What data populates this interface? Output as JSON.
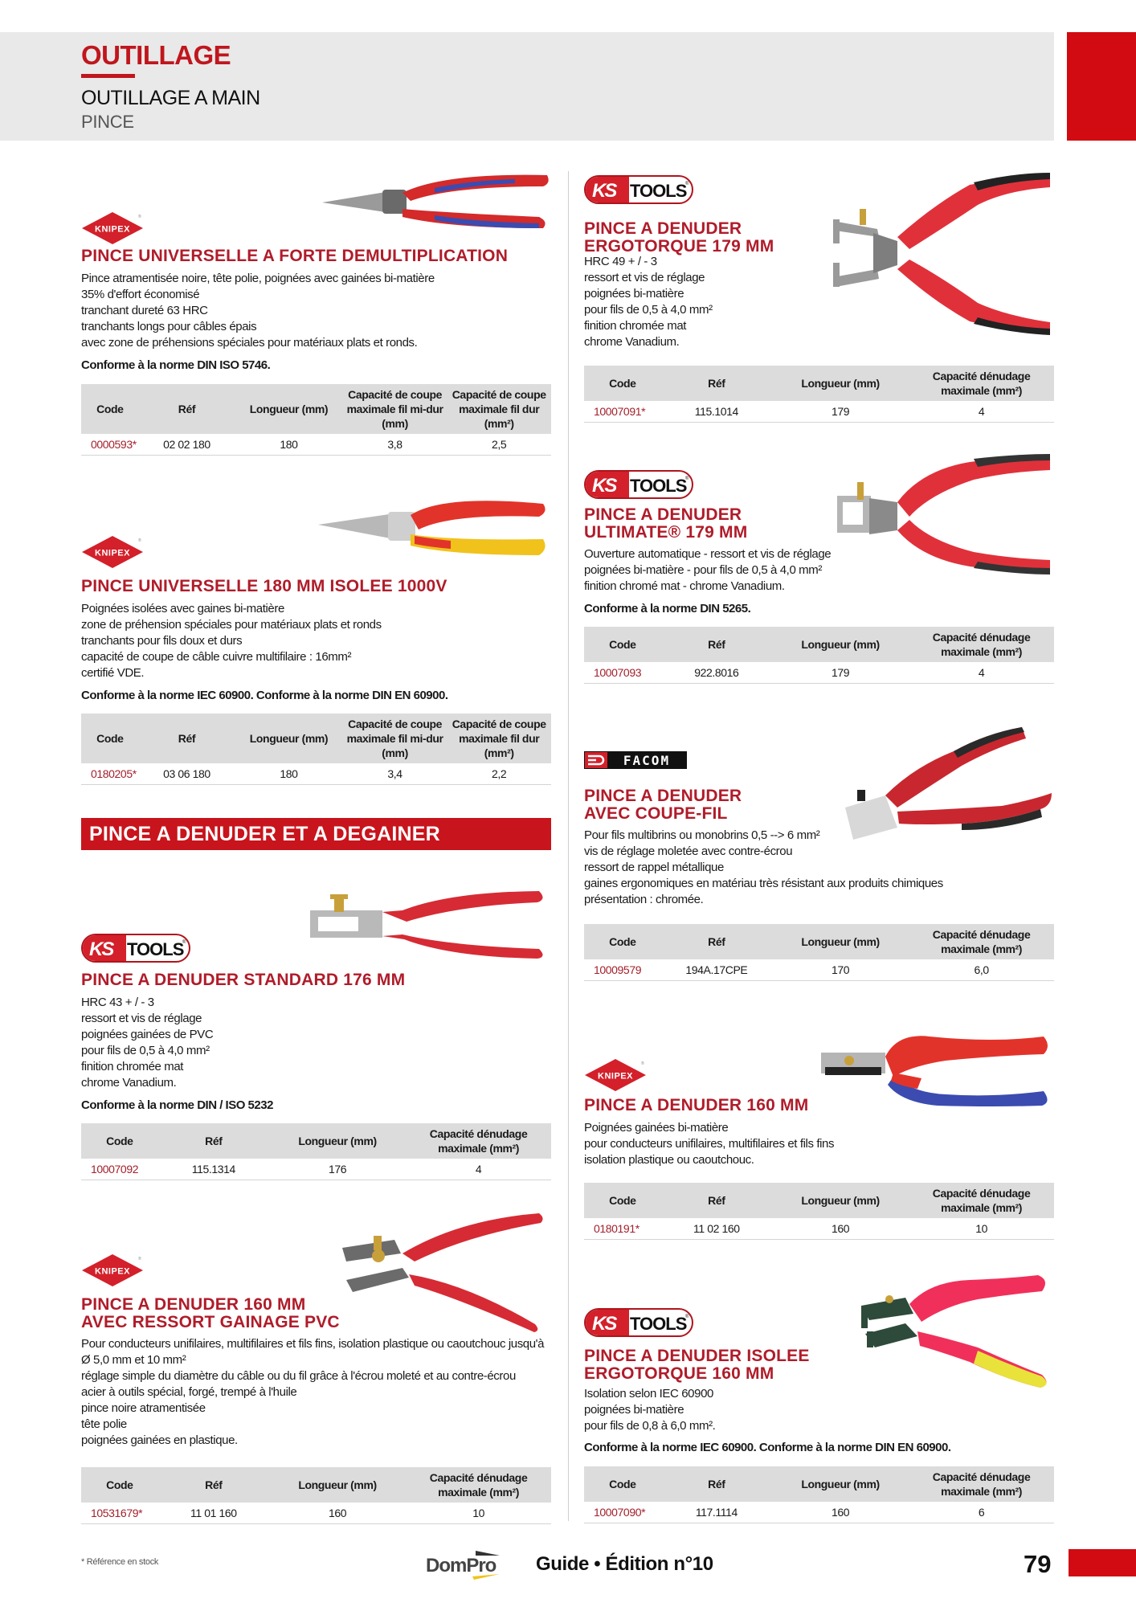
{
  "header": {
    "category": "OUTILLAGE",
    "subcategory": "OUTILLAGE A MAIN",
    "section": "PINCE"
  },
  "colors": {
    "accent_red": "#c0161d",
    "tab_red": "#d20a11",
    "header_gray": "#e9e9e9",
    "title_red": "#b01c2a",
    "table_header": "#dcdcdc"
  },
  "section_banner": "PINCE A DENUDER ET A DEGAINER",
  "table_headers": {
    "code": "Code",
    "ref": "Réf",
    "length": "Longueur (mm)",
    "cut_mid": "Capacité de coupe maximale fil mi-dur (mm)",
    "cut_hard": "Capacité de coupe maximale fil dur (mm²)",
    "strip": "Capacité dénudage maximale (mm²)"
  },
  "left": [
    {
      "brand": "KNIPEX",
      "title": "PINCE UNIVERSELLE A FORTE DEMULTIPLICATION",
      "description": "Pince atramentisée  noire, tête polie, poignées avec gainées bi-matière\n35% d'effort économisé\ntranchant dureté 63 HRC\ntranchants longs pour câbles épais\navec zone de préhensions spéciales pour matériaux plats et ronds.",
      "conformity": "Conforme à la norme DIN ISO 5746.",
      "row": {
        "code": "0000593*",
        "ref": "02 02 180",
        "length": "180",
        "cut_mid": "3,8",
        "cut_hard": "2,5"
      }
    },
    {
      "brand": "KNIPEX",
      "title": "PINCE UNIVERSELLE 180 MM ISOLEE 1000V",
      "description": "Poignées isolées avec gaines bi-matière\nzone de préhension spéciales pour matériaux plats et ronds\ntranchants pour fils doux et durs\ncapacité de coupe de câble cuivre multifilaire : 16mm²\ncertifié VDE.",
      "conformity": "Conforme à la norme IEC 60900. Conforme à la norme DIN EN 60900.",
      "row": {
        "code": "0180205*",
        "ref": "03 06 180",
        "length": "180",
        "cut_mid": "3,4",
        "cut_hard": "2,2"
      }
    },
    {
      "brand": "KS TOOLS",
      "title": "PINCE A DENUDER STANDARD 176 MM",
      "description": "HRC 43 + / - 3\nressort et vis de réglage\npoignées gainées de PVC\npour fils de 0,5 à 4,0 mm²\nfinition chromée mat\nchrome Vanadium.",
      "conformity": "Conforme à la norme DIN / ISO 5232",
      "row": {
        "code": "10007092",
        "ref": "115.1314",
        "length": "176",
        "strip": "4"
      }
    },
    {
      "brand": "KNIPEX",
      "title": "PINCE A DENUDER 160 MM\nAVEC RESSORT GAINAGE PVC",
      "description": "Pour conducteurs unifilaires, multifilaires et fils fins, isolation plastique ou caoutchouc jusqu'à\nØ 5,0 mm et 10 mm²\nréglage simple du diamètre du câble ou du fil grâce à l'écrou moleté et au contre-écrou\nacier à outils spécial, forgé, trempé à l'huile\npince noire atramentisée\ntête polie\npoignées gainées en plastique.",
      "conformity": "",
      "row": {
        "code": "10531679*",
        "ref": "11 01 160",
        "length": "160",
        "strip": "10"
      }
    }
  ],
  "right": [
    {
      "brand": "KS TOOLS",
      "title": "PINCE A DENUDER\nERGOTORQUE 179 MM",
      "description": "HRC 49 + / - 3\nressort et vis de réglage\npoignées bi-matière\npour fils de 0,5 à 4,0 mm²\nfinition chromée mat\nchrome Vanadium.",
      "conformity": "",
      "row": {
        "code": "10007091*",
        "ref": "115.1014",
        "length": "179",
        "strip": "4"
      }
    },
    {
      "brand": "KS TOOLS",
      "title": "PINCE A DENUDER\nULTIMATE® 179 MM",
      "description": "Ouverture automatique - ressort et vis de réglage\npoignées bi-matière - pour fils de 0,5 à 4,0 mm²\nfinition chromé mat - chrome Vanadium.",
      "conformity": "Conforme à la norme DIN 5265.",
      "row": {
        "code": "10007093",
        "ref": "922.8016",
        "length": "179",
        "strip": "4"
      }
    },
    {
      "brand": "FACOM",
      "title": "PINCE A DENUDER\nAVEC COUPE-FIL",
      "description": "Pour fils multibrins ou monobrins 0,5 --> 6 mm²\nvis de réglage moletée avec contre-écrou\nressort de rappel métallique\ngaines ergonomiques en matériau très résistant aux produits chimiques\nprésentation : chromée.",
      "conformity": "",
      "row": {
        "code": "10009579",
        "ref": "194A.17CPE",
        "length": "170",
        "strip": "6,0"
      }
    },
    {
      "brand": "KNIPEX",
      "title": "PINCE A DENUDER 160 MM",
      "description": "Poignées gainées bi-matière\npour conducteurs unifilaires, multifilaires et fils fins\nisolation plastique ou caoutchouc.",
      "conformity": "",
      "row": {
        "code": "0180191*",
        "ref": "11 02 160",
        "length": "160",
        "strip": "10"
      }
    },
    {
      "brand": "KS TOOLS",
      "title": "PINCE A DENUDER ISOLEE\nERGOTORQUE 160 MM",
      "description": "Isolation selon IEC 60900\npoignées bi-matière\npour fils de 0,8 à 6,0 mm².",
      "conformity": "Conforme à la norme IEC 60900. Conforme à la norme DIN EN 60900.",
      "row": {
        "code": "10007090*",
        "ref": "117.1114",
        "length": "160",
        "strip": "6"
      }
    }
  ],
  "footer": {
    "note": "* Référence en stock",
    "logo": "DomPro",
    "guide": "Guide • Édition n°10",
    "page": "79"
  },
  "icons": {
    "knipex_logo": "knipex-logo",
    "kstools_logo": "kstools-logo",
    "facom_logo": "facom-logo",
    "product_image": "pliers-image"
  }
}
